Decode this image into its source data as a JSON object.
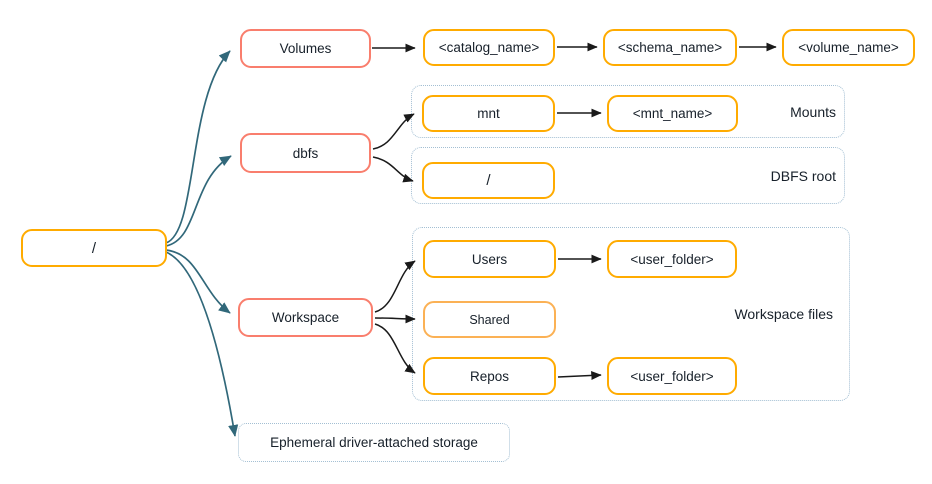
{
  "nodes": {
    "root": "/",
    "volumes": "Volumes",
    "catalog": "<catalog_name>",
    "schema": "<schema_name>",
    "volume": "<volume_name>",
    "dbfs": "dbfs",
    "mnt": "mnt",
    "mnt_name": "<mnt_name>",
    "dbfs_root_slash": "/",
    "workspace": "Workspace",
    "users": "Users",
    "user_folder_1": "<user_folder>",
    "shared": "Shared",
    "repos": "Repos",
    "user_folder_2": "<user_folder>",
    "ephemeral": "Ephemeral driver-attached storage"
  },
  "group_labels": {
    "mounts": "Mounts",
    "dbfs_root": "DBFS root",
    "workspace_files": "Workspace files"
  },
  "colors": {
    "coral_border": "#F97E6D",
    "amber_border": "#FFAB00",
    "amber_light_border": "#FBB155",
    "teal_arrow": "#31687A",
    "black_arrow": "#1A1A1A",
    "dotted_border": "#A3BFD3",
    "text": "#17202A",
    "background": "#FFFFFF"
  }
}
